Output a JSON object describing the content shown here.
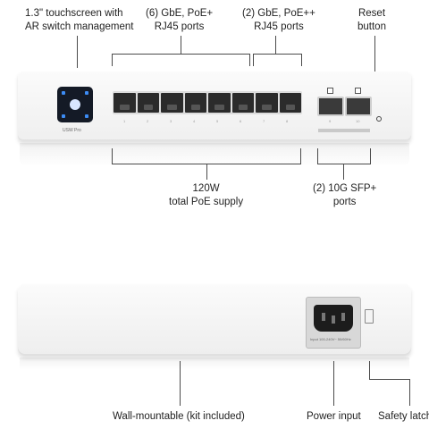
{
  "callouts": {
    "touchscreen": [
      "1.3\" touchscreen with",
      "AR switch management"
    ],
    "gbe_poe": [
      "(6) GbE, PoE+",
      "RJ45 ports"
    ],
    "gbe_poepp": [
      "(2) GbE, PoE++",
      "RJ45 ports"
    ],
    "reset": [
      "Reset",
      "button"
    ],
    "poe_supply": [
      "120W",
      "total PoE supply"
    ],
    "sfp": [
      "(2) 10G SFP+",
      "ports"
    ],
    "wall_mount": "Wall-mountable (kit included)",
    "power_input": "Power input",
    "safety_latch": "Safety latch"
  },
  "device_front": {
    "model": "USW Pro",
    "port_numbers": [
      "1",
      "2",
      "3",
      "4",
      "5",
      "6",
      "7",
      "8"
    ],
    "sfp_numbers": [
      "9",
      "10"
    ]
  },
  "device_back": {
    "power_rating": "Input 100-240V~ 50/60Hz"
  },
  "colors": {
    "device_body": "#f4f4f4",
    "screen": "#141a26",
    "screen_accent": "#3d8cf5",
    "callout_line": "#4a4a4a"
  }
}
